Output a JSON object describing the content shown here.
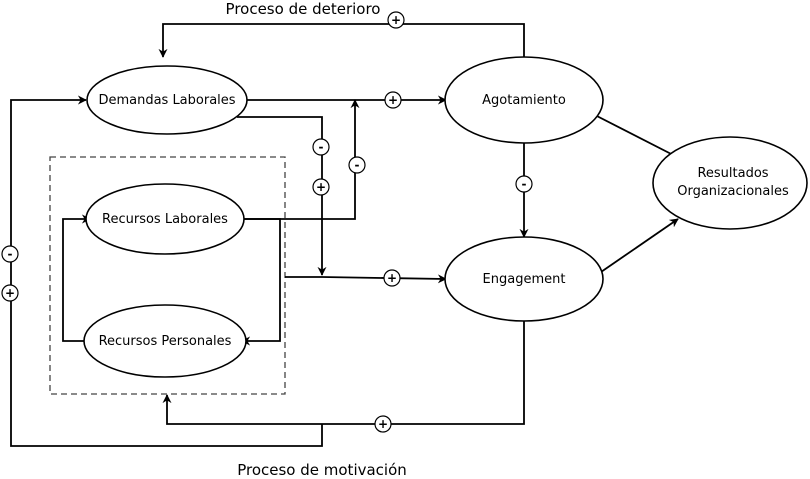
{
  "captions": {
    "top": "Proceso de deterioro",
    "bottom": "Proceso de motivación"
  },
  "nodes": {
    "demandas": "Demandas Laborales",
    "recursos_laborales": "Recursos Laborales",
    "recursos_personales": "Recursos Personales",
    "agotamiento": "Agotamiento",
    "engagement": "Engagement",
    "resultados_line1": "Resultados",
    "resultados_line2": "Organizacionales"
  },
  "signs": {
    "top_loop": "+",
    "demandas_to_agotamiento": "+",
    "demandas_branch_minus": "-",
    "demandas_branch_plus": "+",
    "recursos_to_agotamiento": "-",
    "agotamiento_to_engagement": "-",
    "recursos_to_engagement": "+",
    "left_loop_minus": "-",
    "left_loop_plus": "+",
    "bottom_loop": "+"
  }
}
